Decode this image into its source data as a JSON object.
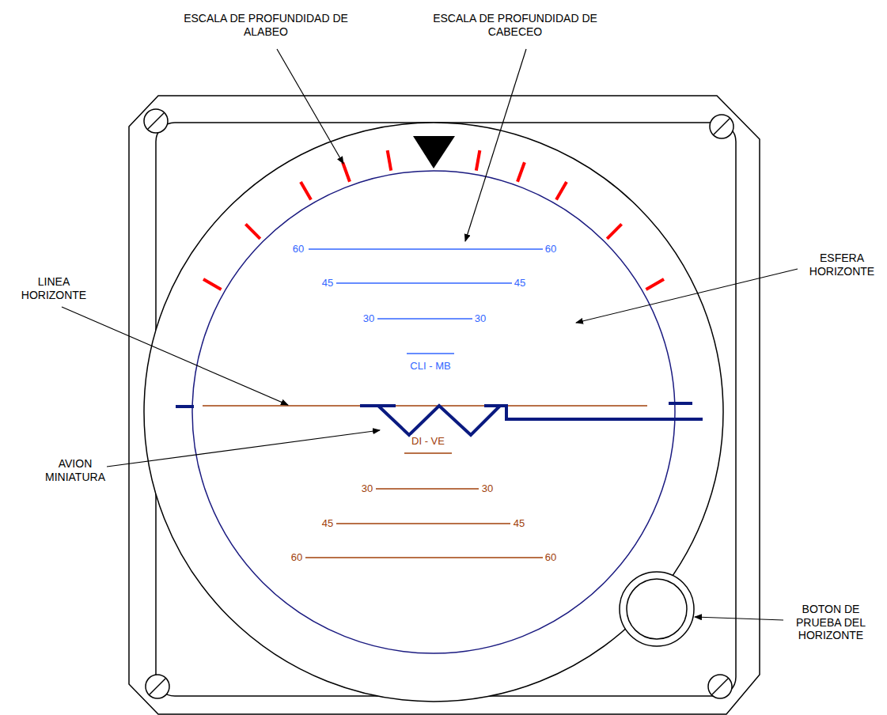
{
  "diagram": {
    "labels": [
      "ESCALA DE PROFUNDIDAD DE ALABEO",
      "ESCALA DE PROFUNDIDAD DE CABECEO",
      "LINEA HORIZONTE",
      "ESFERA HORIZONTE",
      "AVION MINIATURA",
      "BOTON DE PRUEBA DEL HORIZONTE",
      "60",
      "60",
      "45",
      "45",
      "30",
      "30",
      "CLI - MB",
      "DI - VE",
      "30",
      "30",
      "45",
      "45",
      "60",
      "60"
    ]
  }
}
